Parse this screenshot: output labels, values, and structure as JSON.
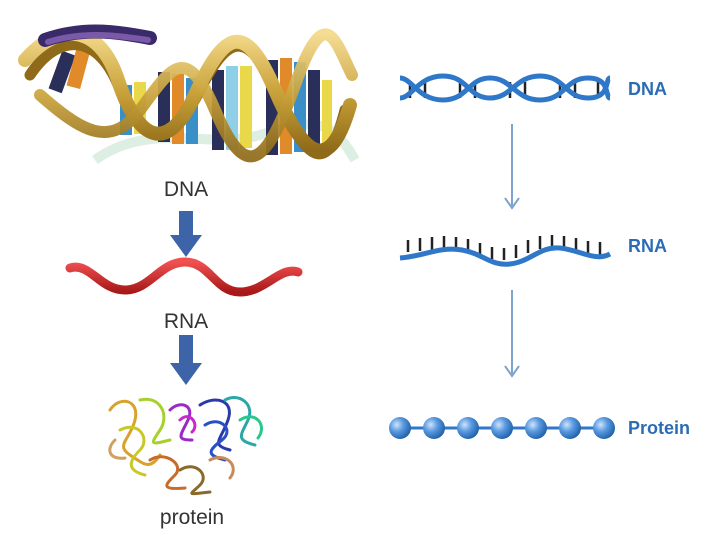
{
  "left_flow": {
    "stages": [
      {
        "label": "DNA"
      },
      {
        "label": "RNA"
      },
      {
        "label": "protein"
      }
    ]
  },
  "right_flow": {
    "stages": [
      {
        "label": "DNA"
      },
      {
        "label": "RNA"
      },
      {
        "label": "Protein"
      }
    ]
  },
  "colors": {
    "left_arrow": "#3d63a8",
    "rna_ribbon": "#d62a2a",
    "dna_gold": "#c9a23a",
    "right_strand": "#2f77c8",
    "right_label": "#2b6cb5",
    "right_arrow": "#7fa4cc"
  }
}
